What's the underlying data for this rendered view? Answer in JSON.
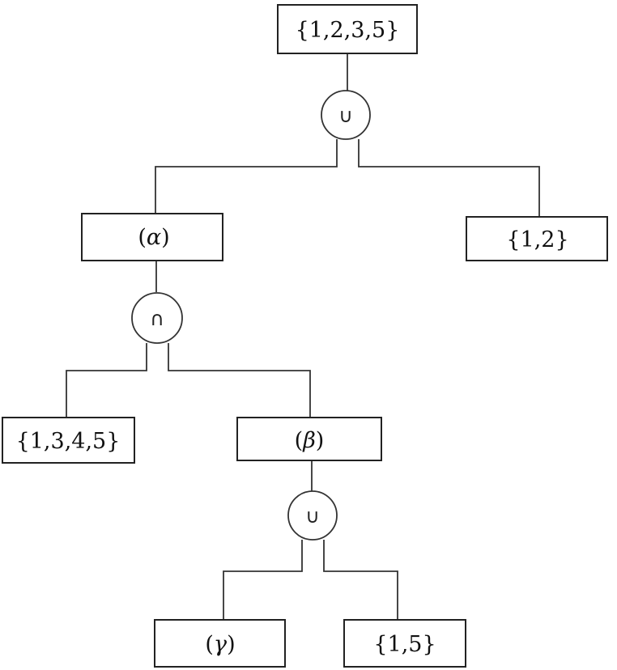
{
  "tree": {
    "root": {
      "text": "{1,2,3,5}"
    },
    "op_root": {
      "symbol": "∪"
    },
    "alpha": {
      "open": "(",
      "greek": "α",
      "close": ")"
    },
    "set_12": {
      "text": "{1,2}"
    },
    "op_alpha": {
      "symbol": "∩"
    },
    "set_1345": {
      "text": "{1,3,4,5}"
    },
    "beta": {
      "open": "(",
      "greek": "β",
      "close": ")"
    },
    "op_beta": {
      "symbol": "∪"
    },
    "gamma": {
      "open": "(",
      "greek": "γ",
      "close": ")"
    },
    "set_15": {
      "text": "{1,5}"
    }
  }
}
